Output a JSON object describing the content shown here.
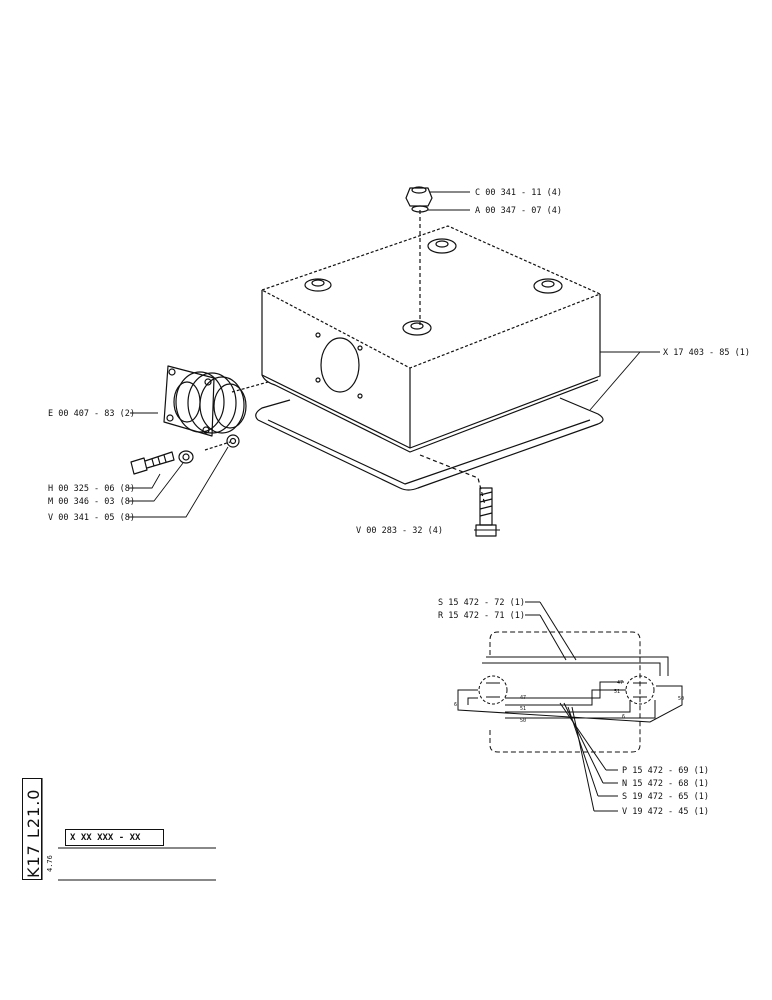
{
  "top_callouts": [
    {
      "id": "c",
      "text": "C  00  341 - 11  (4)"
    },
    {
      "id": "a",
      "text": "A  00  347 - 07  (4)"
    },
    {
      "id": "x",
      "text": "X  17  403 - 85  (1)"
    },
    {
      "id": "e",
      "text": "E  00  407 - 83  (2)"
    },
    {
      "id": "h",
      "text": "H  00  325 - 06 (8)"
    },
    {
      "id": "m",
      "text": "M  00  346 - 03 (8)"
    },
    {
      "id": "v1",
      "text": "V  00  341 - 05 (8)"
    },
    {
      "id": "v2",
      "text": "V  00  283  - 32  (4)"
    }
  ],
  "wiring_callouts": [
    {
      "id": "s1",
      "text": "S  15  472 - 72  (1)"
    },
    {
      "id": "r",
      "text": "R  15  472 - 71  (1)"
    },
    {
      "id": "p",
      "text": "P  15  472 - 69 (1)"
    },
    {
      "id": "n",
      "text": "N  15  472 - 68  (1)"
    },
    {
      "id": "s2",
      "text": "S  19  472 - 65 (1)"
    },
    {
      "id": "v3",
      "text": "V  19  472 - 45  (1)"
    }
  ],
  "wire_numbers": [
    "47",
    "51",
    "50",
    "6",
    "6",
    "47",
    "51",
    "50"
  ],
  "sheet_code": "K17  L21.0",
  "page_number": "4.76",
  "part_number_box": "X XX XXX - XX"
}
